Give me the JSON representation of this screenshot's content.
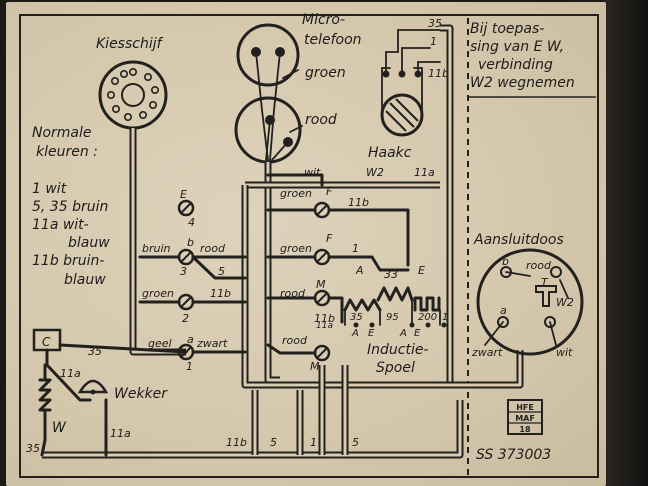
{
  "labels": {
    "kiesschijf": "Kiesschijf",
    "micro_1": "Micro-",
    "micro_2": "telefoon",
    "groen_micro": "groen",
    "rood_micro": "rood",
    "haakc": "Haakc",
    "note_1": "Bij toepas-",
    "note_2": "sing van E W,",
    "note_3": "verbinding",
    "note_4": "W2 wegnemen",
    "normale_1": "Normale",
    "normale_2": "kleuren :",
    "kleur_1": "1  wit",
    "kleur_2": "5, 35 bruin",
    "kleur_3": "11a  wit-",
    "kleur_4": "blauw",
    "kleur_5": "11b  bruin-",
    "kleur_6": "blauw",
    "wekker": "Wekker",
    "c_box": "C",
    "w_label": "W",
    "aansluitdoos": "Aansluitdoos",
    "inductie_1": "Inductie-",
    "inductie_2": "Spoel",
    "serial": "SS 373003",
    "logo_1": "HFE",
    "logo_2": "MAF",
    "logo_3": "18"
  },
  "terminals": {
    "E": "E",
    "n4": "4",
    "b": "b",
    "bruin": "bruin",
    "rood_b": "rood",
    "n3": "3",
    "n5": "5",
    "groen_2": "groen",
    "n11b_l": "11b",
    "n2": "2",
    "geel": "geel",
    "a": "a",
    "zwart": "zwart",
    "n1_a": "1",
    "n35_c": "35",
    "n11a_c": "11a",
    "n35_bot": "35",
    "n11a_bot": "11a",
    "wit": "wit",
    "W2": "W2",
    "n11a_top": "11a",
    "groen_F1": "groen",
    "F1": "F",
    "n11b_F1": "11b",
    "groen_F2": "groen",
    "F2": "F",
    "n1_F2": "1",
    "A_F2": "A",
    "n33": "33",
    "E_F2": "E",
    "rood_M": "rood",
    "M1": "M",
    "n11b_M": "11b",
    "rood_M2": "rood",
    "M2": "M",
    "n11a_sp": "11a",
    "n35_sp": "35",
    "n95": "95",
    "n200": "200",
    "n1_sp": "1",
    "A_sp1": "A",
    "E_sp1": "E",
    "A_sp2": "A",
    "E_sp2": "E",
    "bot_11b": "11b",
    "bot_5": "5",
    "bot_1": "1",
    "bot_5b": "5",
    "haak_35": "35",
    "haak_1": "1",
    "haak_11b": "11b",
    "aan_b": "b",
    "aan_rood": "rood",
    "aan_a": "a",
    "aan_T": "T",
    "aan_W2": "W2",
    "aan_zwart": "zwart",
    "aan_wit": "wit"
  },
  "colors": {
    "paper": "#d9cdb4",
    "ink": "#23211e",
    "background": "#1d1a16"
  }
}
